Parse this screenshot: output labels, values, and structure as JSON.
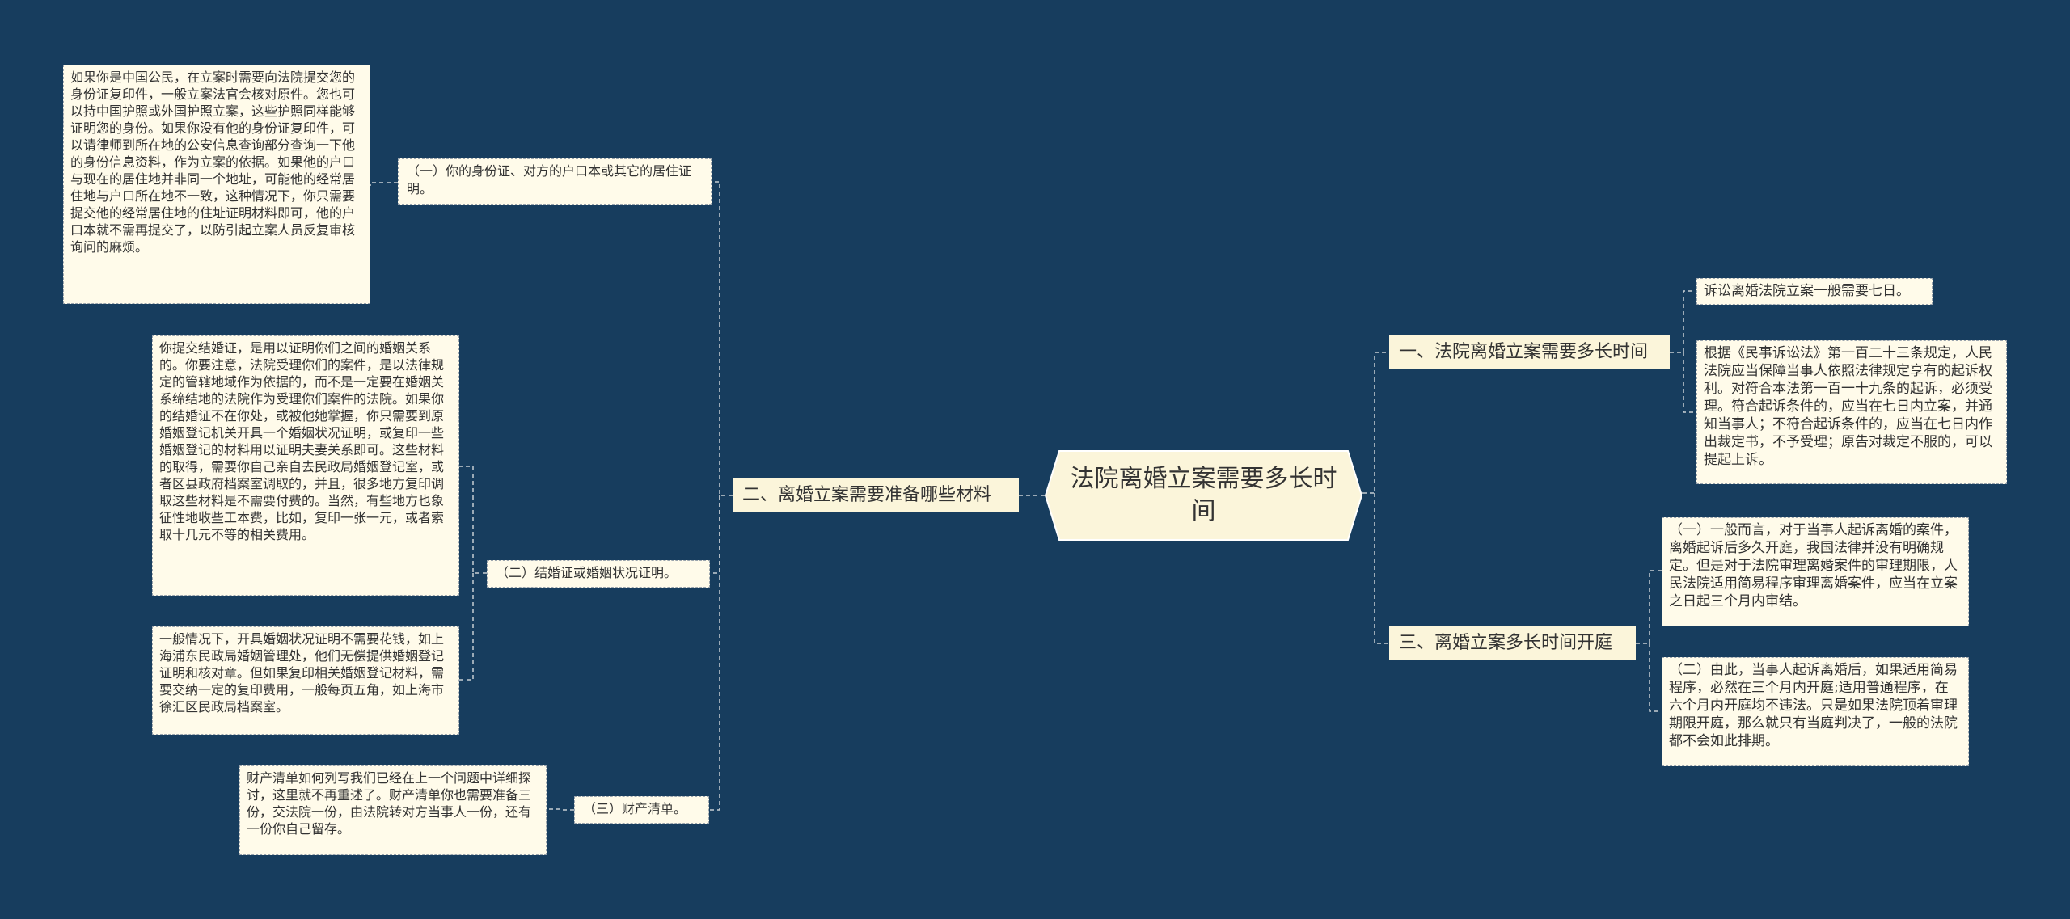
{
  "root": {
    "title": "法院离婚立案需要多长时间"
  },
  "right_branches": [
    {
      "label": "一、法院离婚立案需要多长时间",
      "children": [
        "诉讼离婚法院立案一般需要七日。",
        "根据《民事诉讼法》第一百二十三条规定，人民法院应当保障当事人依照法律规定享有的起诉权利。对符合本法第一百一十九条的起诉，必须受理。符合起诉条件的，应当在七日内立案，并通知当事人；不符合起诉条件的，应当在七日内作出裁定书，不予受理；原告对裁定不服的，可以提起上诉。"
      ]
    },
    {
      "label": "三、离婚立案多长时间开庭",
      "children": [
        "（一）一般而言，对于当事人起诉离婚的案件，离婚起诉后多久开庭，我国法律并没有明确规定。但是对于法院审理离婚案件的审理期限，人民法院适用简易程序审理离婚案件，应当在立案之日起三个月内审结。",
        "（二）由此，当事人起诉离婚后，如果适用简易程序，必然在三个月内开庭;适用普通程序，在六个月内开庭均不违法。只是如果法院顶着审理期限开庭，那么就只有当庭判决了，一般的法院都不会如此排期。"
      ]
    }
  ],
  "left_branch": {
    "label": "二、离婚立案需要准备哪些材料",
    "items": [
      {
        "label": "（一）你的身份证、对方的户口本或其它的居住证明。",
        "details": [
          "如果你是中国公民，在立案时需要向法院提交您的身份证复印件，一般立案法官会核对原件。您也可以持中国护照或外国护照立案，这些护照同样能够证明您的身份。如果你没有他的身份证复印件，可以请律师到所在地的公安信息查询部分查询一下他的身份信息资料，作为立案的依据。如果他的户口与现在的居住地并非同一个地址，可能他的经常居住地与户口所在地不一致，这种情况下，你只需要提交他的经常居住地的住址证明材料即可，他的户口本就不需再提交了，以防引起立案人员反复审核询问的麻烦。"
        ]
      },
      {
        "label": "（二）结婚证或婚姻状况证明。",
        "details": [
          "你提交结婚证，是用以证明你们之间的婚姻关系的。你要注意，法院受理你们的案件，是以法律规定的管辖地域作为依据的，而不是一定要在婚姻关系缔结地的法院作为受理你们案件的法院。如果你的结婚证不在你处，或被他她掌握，你只需要到原婚姻登记机关开具一个婚姻状况证明，或复印一些婚姻登记的材料用以证明夫妻关系即可。这些材料的取得，需要你自己亲自去民政局婚姻登记室，或者区县政府档案室调取的，并且，很多地方复印调取这些材料是不需要付费的。当然，有些地方也象征性地收些工本费，比如，复印一张一元，或者索取十几元不等的相关费用。",
          "一般情况下，开具婚姻状况证明不需要花钱，如上海浦东民政局婚姻管理处，他们无偿提供婚姻登记证明和核对章。但如果复印相关婚姻登记材料，需要交纳一定的复印费用，一般每页五角，如上海市徐汇区民政局档案室。"
        ]
      },
      {
        "label": "（三）财产清单。",
        "details": [
          "财产清单如何列写我们已经在上一个问题中详细探讨，这里就不再重述了。财产清单你也需要准备三份，交法院一份，由法院转对方当事人一份，还有一份你自己留存。"
        ]
      }
    ]
  },
  "colors": {
    "background": "#173d5e",
    "card": "#fffbea",
    "branch": "#fbf5da",
    "connector": "#c7ced4"
  }
}
